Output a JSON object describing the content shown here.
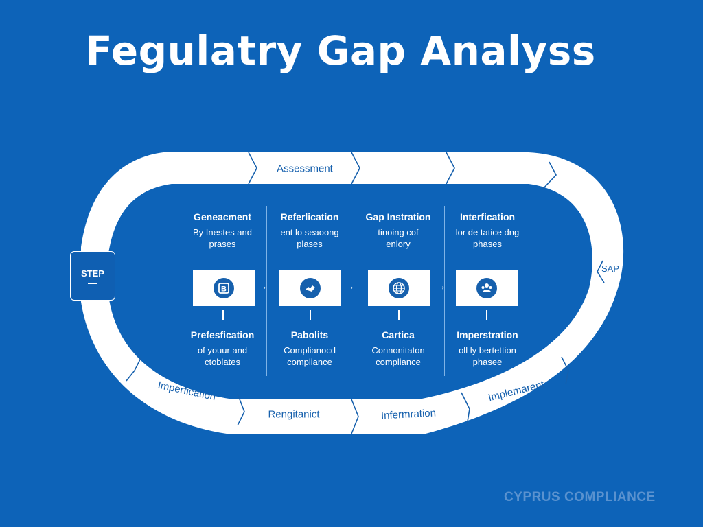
{
  "title": "Fegulatry Gap Analyss",
  "track": {
    "top_labels": [
      "Assessment"
    ],
    "bottom_labels": [
      "Imperfication",
      "Rengitanict",
      "Infermration",
      "Implemarent"
    ],
    "left_box": "STEP",
    "right_label": "SAP"
  },
  "columns": [
    {
      "head": "Geneacment",
      "sub1": "By Inestes and",
      "sub2": "prases",
      "bhead": "Prefesfication",
      "bsub1": "of youur and",
      "bsub2": "ctoblates",
      "icon": "b-badge-icon"
    },
    {
      "head": "Referlication",
      "sub1": "ent lo seaoong",
      "sub2": "plases",
      "bhead": "Pabolits",
      "bsub1": "Complianocd",
      "bsub2": "compliance",
      "icon": "handshake-icon"
    },
    {
      "head": "Gap Instration",
      "sub1": "tinoing cof",
      "sub2": "enlory",
      "bhead": "Cartica",
      "bsub1": "Connonitaton",
      "bsub2": "compliance",
      "icon": "globe-icon"
    },
    {
      "head": "Interfication",
      "sub1": "lor de tatice dng",
      "sub2": "phases",
      "bhead": "Imperstration",
      "bsub1": "oll ly bertettion",
      "bsub2": "phasee",
      "icon": "people-icon"
    }
  ],
  "footer": {
    "brand": "CYPRUS COMPLIANCE"
  },
  "colors": {
    "background": "#0d63b8",
    "track": "#ffffff",
    "accent": "#1660ad"
  }
}
